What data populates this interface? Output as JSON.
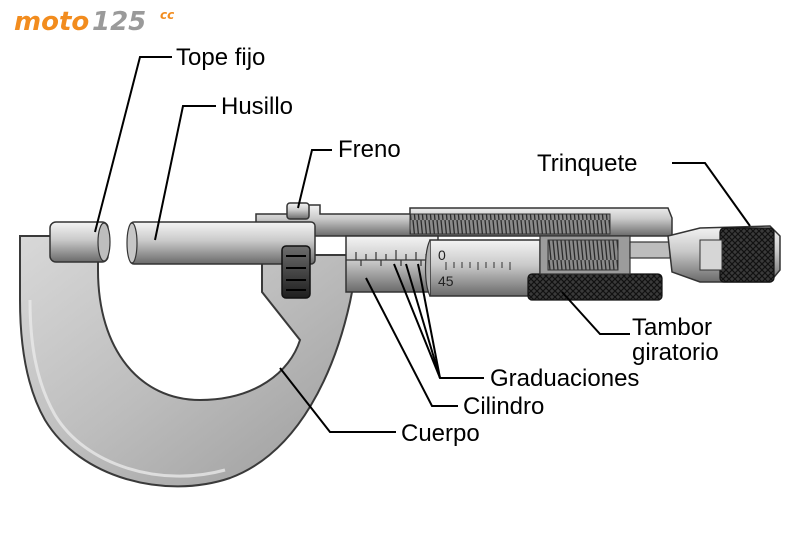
{
  "logo": {
    "word": "moto",
    "number": "125",
    "suffix": "cc",
    "colors": {
      "word": "#f28c1e",
      "number": "#9a9a9a",
      "suffix": "#f28c1e"
    }
  },
  "labels": {
    "tope_fijo": "Tope fijo",
    "husillo": "Husillo",
    "freno": "Freno",
    "trinquete": "Trinquete",
    "tambor_line1": "Tambor",
    "tambor_line2": "giratorio",
    "graduaciones": "Graduaciones",
    "cilindro": "Cilindro",
    "cuerpo": "Cuerpo"
  },
  "scale_marks": {
    "zero": "0",
    "forty_five": "45"
  }
}
